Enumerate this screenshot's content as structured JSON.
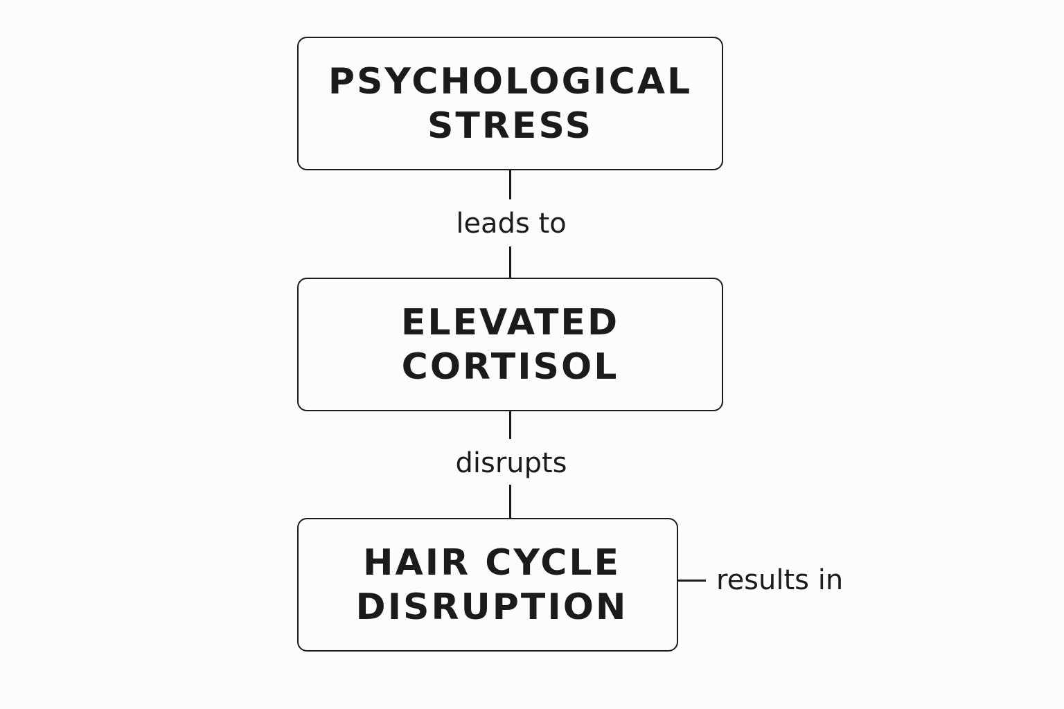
{
  "nodes": [
    {
      "line1": "PSYCHOLOGICAL",
      "line2": "STRESS"
    },
    {
      "line1": "ELEVATED",
      "line2": "CORTISOL"
    },
    {
      "line1": "HAIR CYCLE",
      "line2": "DISRUPTION"
    }
  ],
  "edges": [
    {
      "label": "leads to"
    },
    {
      "label": "disrupts"
    },
    {
      "label": "results in"
    }
  ]
}
